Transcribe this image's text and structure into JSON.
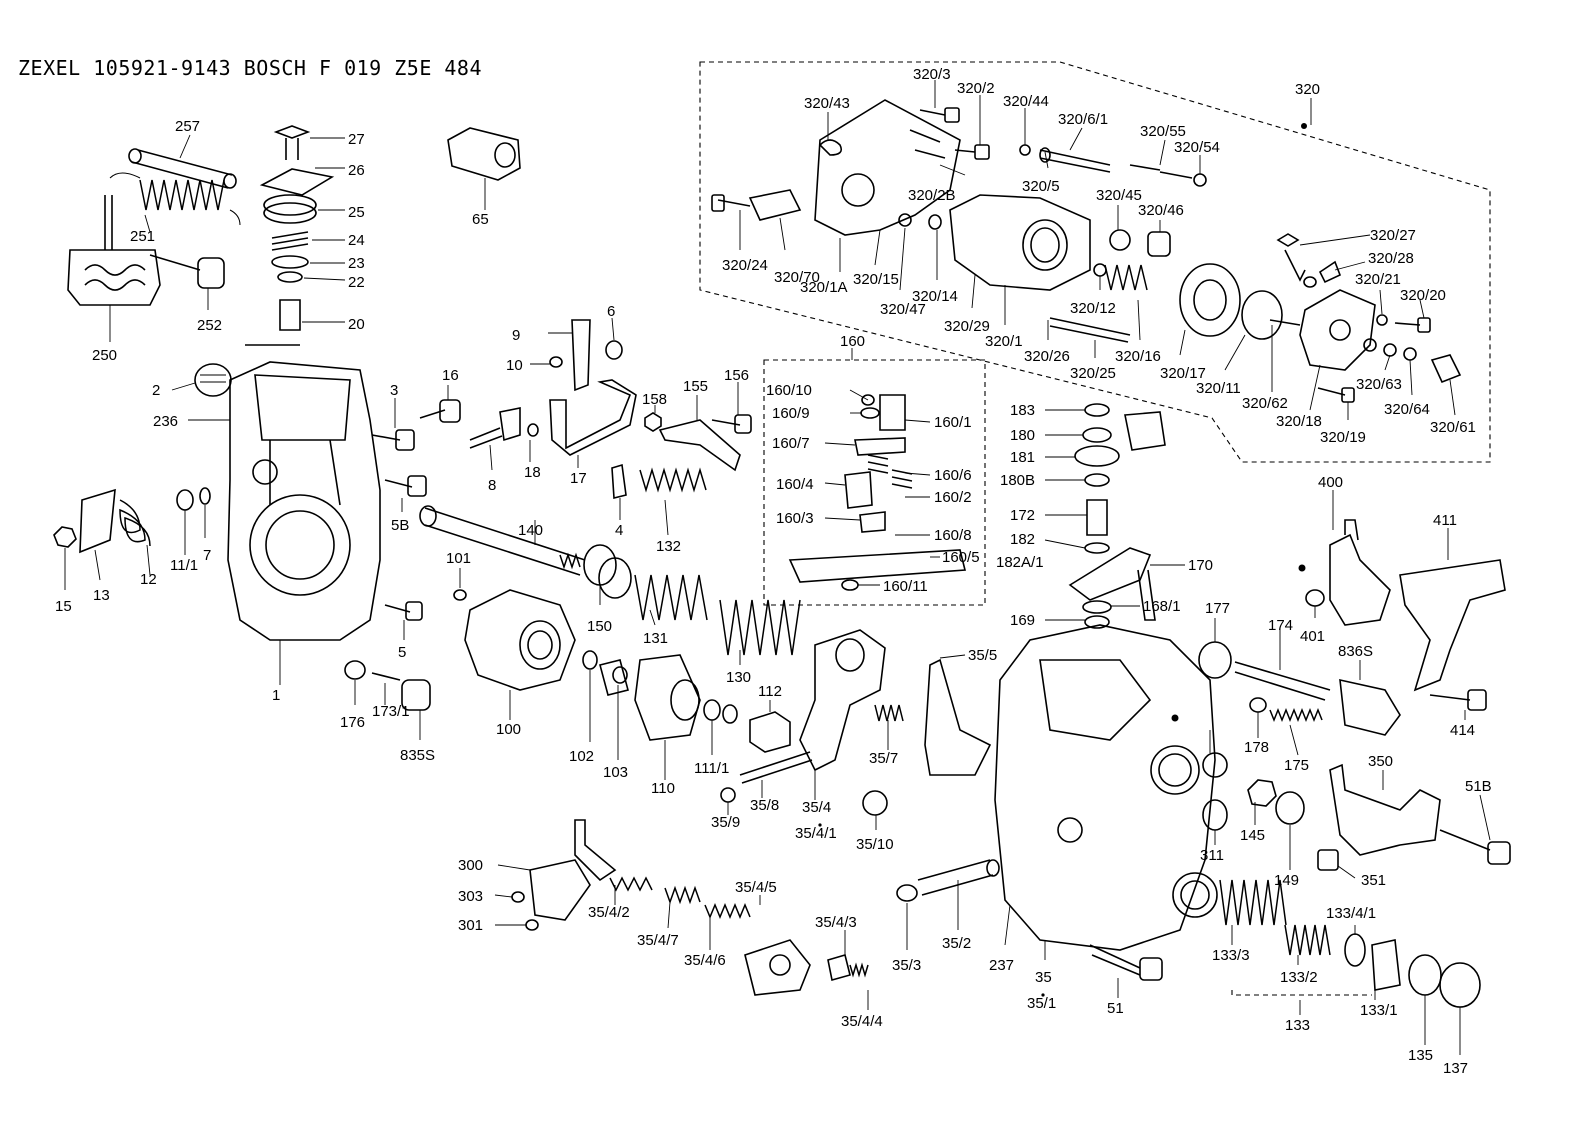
{
  "header": {
    "title": "ZEXEL  105921-9143  BOSCH  F 019 Z5E 484"
  },
  "diagram": {
    "kind": "exploded-parts-view",
    "labels": [
      "257",
      "27",
      "26",
      "25",
      "24",
      "23",
      "22",
      "20",
      "251",
      "252",
      "250",
      "65",
      "2",
      "236",
      "3",
      "16",
      "5B",
      "5",
      "1",
      "15",
      "13",
      "12",
      "11/1",
      "7",
      "176",
      "173/1",
      "835S",
      "101",
      "100",
      "102",
      "103",
      "140",
      "150",
      "131",
      "130",
      "110",
      "111/1",
      "112",
      "9",
      "10",
      "6",
      "8",
      "18",
      "17",
      "4",
      "132",
      "158",
      "155",
      "156",
      "160",
      "160/10",
      "160/9",
      "160/1",
      "160/7",
      "160/6",
      "160/4",
      "160/2",
      "160/3",
      "160/8",
      "160/5",
      "160/11",
      "35/5",
      "35/7",
      "35/4",
      "35/4/1",
      "35/8",
      "35/9",
      "35/10",
      "300",
      "303",
      "301",
      "35/4/2",
      "35/4/7",
      "35/4/6",
      "35/4/5",
      "35/4/3",
      "35/4/4",
      "35/3",
      "35/2",
      "237",
      "35",
      "35/1",
      "51",
      "320",
      "320/3",
      "320/2",
      "320/44",
      "320/6/1",
      "320/55",
      "320/54",
      "320/43",
      "320/2B",
      "320/5",
      "320/45",
      "320/46",
      "320/24",
      "320/70",
      "320/1A",
      "320/15",
      "320/47",
      "320/14",
      "320/29",
      "320/1",
      "320/12",
      "320/26",
      "320/25",
      "320/16",
      "320/17",
      "320/11",
      "320/27",
      "320/28",
      "320/21",
      "320/20",
      "320/62",
      "320/63",
      "320/64",
      "320/18",
      "320/19",
      "320/61",
      "183",
      "180",
      "181",
      "180B",
      "172",
      "182",
      "182A/1",
      "170",
      "168/1",
      "169",
      "177",
      "174",
      "178",
      "175",
      "400",
      "401",
      "411",
      "836S",
      "414",
      "350",
      "51B",
      "351",
      "311",
      "145",
      "149",
      "133/3",
      "133/2",
      "133",
      "133/4/1",
      "133/1",
      "135",
      "137"
    ]
  }
}
